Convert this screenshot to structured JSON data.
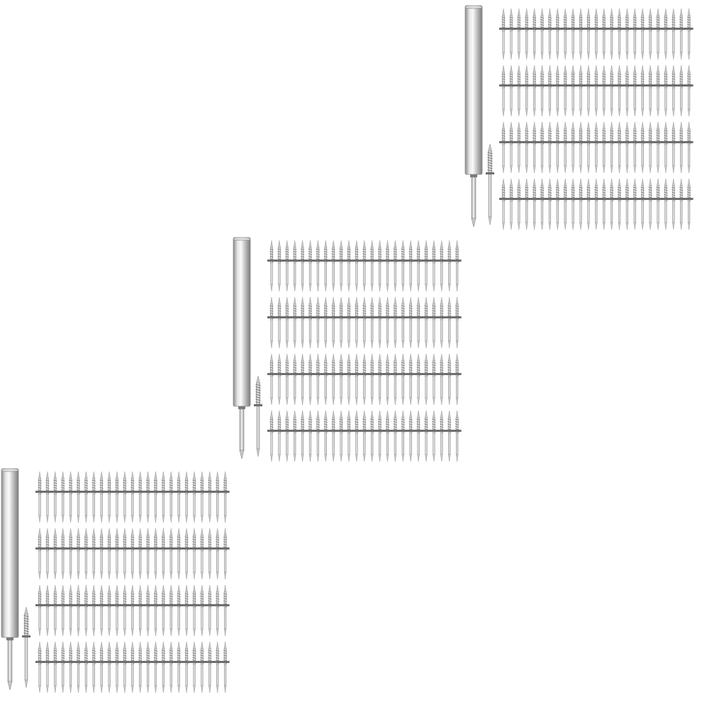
{
  "image": {
    "background": "#ffffff",
    "subject": "nail-set",
    "groups": [
      {
        "name": "nail-set-top-right",
        "rows": 4,
        "nails_per_row": 25,
        "has_setter_tool": true,
        "has_loose_nail": true
      },
      {
        "name": "nail-set-middle",
        "rows": 4,
        "nails_per_row": 25,
        "has_setter_tool": true,
        "has_loose_nail": true
      },
      {
        "name": "nail-set-bottom-left",
        "rows": 4,
        "nails_per_row": 25,
        "has_setter_tool": true,
        "has_loose_nail": true
      }
    ],
    "colors": {
      "metal_light": "#f2f2f2",
      "metal_mid": "#c8c8c8",
      "metal_dark": "#7a7a7a",
      "strip": "#6e6e6e",
      "outline": "#8a8a8a"
    }
  }
}
